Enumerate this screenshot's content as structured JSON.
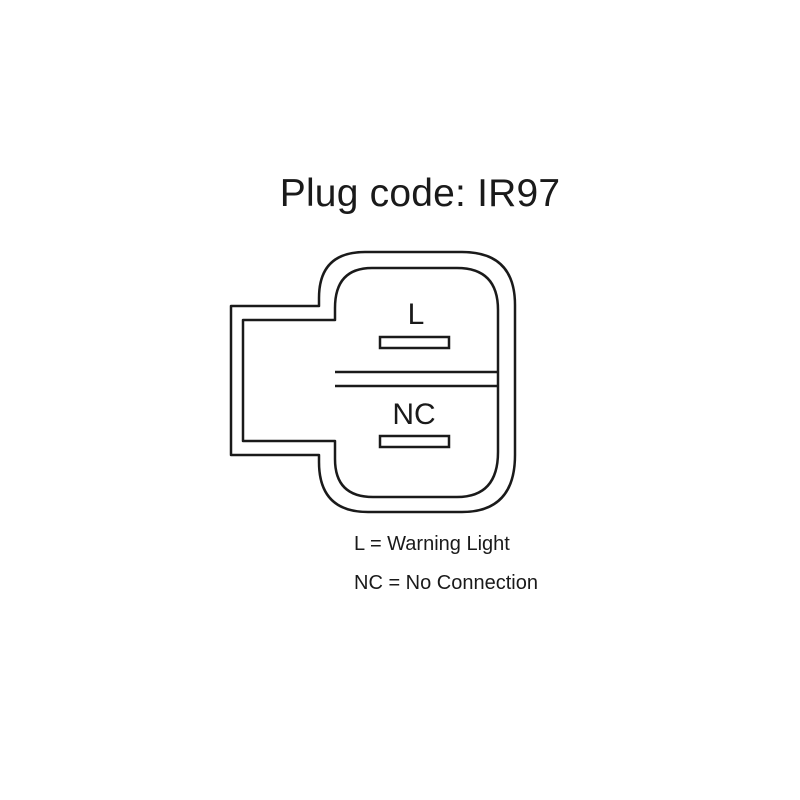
{
  "diagram": {
    "title": "Plug code: IR97",
    "pins": [
      {
        "label": "L"
      },
      {
        "label": "NC"
      }
    ],
    "legend": [
      {
        "text": "L = Warning Light"
      },
      {
        "text": "NC = No Connection"
      }
    ],
    "colors": {
      "stroke": "#1a1a1a",
      "background": "#ffffff"
    }
  }
}
